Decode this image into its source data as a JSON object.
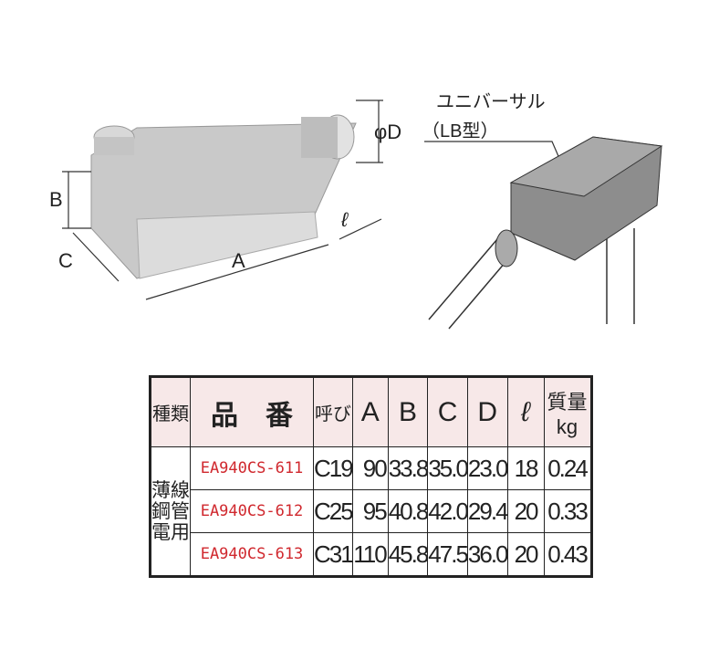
{
  "diagram": {
    "dim_b": "B",
    "dim_c": "C",
    "dim_a": "A",
    "dim_l": "ℓ",
    "dim_d": "φD",
    "universal_label": "ユニバーサル",
    "type_label": "（LB型）"
  },
  "table": {
    "headers": [
      "種類",
      "品　番",
      "呼び",
      "A",
      "B",
      "C",
      "D",
      "ℓ",
      "質量 kg"
    ],
    "kind": "薄線鋼管電用",
    "rows": [
      {
        "code": "EA940CS-611",
        "size": "C19",
        "a": "90",
        "b": "33.8",
        "c": "35.0",
        "d": "23.0",
        "l": "18",
        "kg": "0.24"
      },
      {
        "code": "EA940CS-612",
        "size": "C25",
        "a": "95",
        "b": "40.8",
        "c": "42.0",
        "d": "29.4",
        "l": "20",
        "kg": "0.33"
      },
      {
        "code": "EA940CS-613",
        "size": "C31",
        "a": "110",
        "b": "45.8",
        "c": "47.5",
        "d": "36.0",
        "l": "20",
        "kg": "0.43"
      }
    ]
  }
}
